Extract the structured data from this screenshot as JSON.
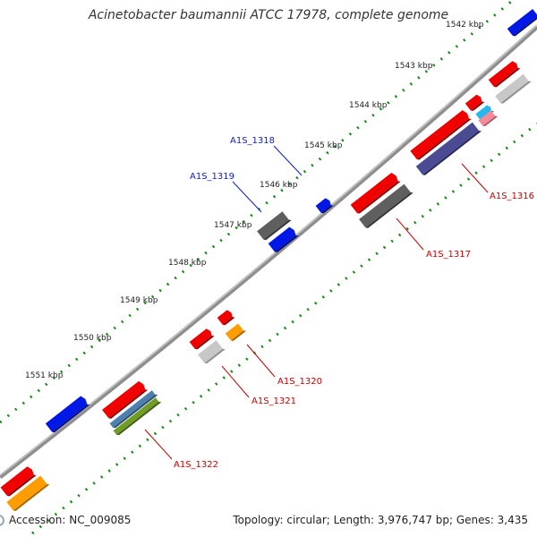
{
  "title": "Acinetobacter baumannii ATCC 17978, complete genome",
  "accession": "Accession: NC_009085",
  "summary": "Topology: circular; Length: 3,976,747 bp; Genes: 3,435",
  "colors": {
    "backbone": "#8e8e8e",
    "ticks": "#178a17",
    "gene_red": "#f10000",
    "gene_blue": "#0018e6",
    "gene_dark_gray": "#5f5f5f",
    "gene_light_gray": "#c7c7c7",
    "gene_orange": "#ff9d00",
    "gene_navy": "#4b4b93",
    "gene_cyan": "#24b9ee",
    "gene_pink": "#f48b99",
    "gene_steel": "#4d7fb0",
    "gene_olive": "#6f9d25",
    "label_blue": "#0b1bcc",
    "label_red": "#c90000"
  },
  "scale_labels": [
    "1542 kbp",
    "1543 kbp",
    "1544 kbp",
    "1545 kbp",
    "1546 kbp",
    "1547 kbp",
    "1548 kbp",
    "1549 kbp",
    "1550 kbp",
    "1551 kbp"
  ],
  "gene_labels": [
    {
      "text": "A1S_1316",
      "color": "label_red"
    },
    {
      "text": "A1S_1317",
      "color": "label_red"
    },
    {
      "text": "A1S_1318",
      "color": "label_blue"
    },
    {
      "text": "A1S_1319",
      "color": "label_blue"
    },
    {
      "text": "A1S_1320",
      "color": "label_red"
    },
    {
      "text": "A1S_1321",
      "color": "label_red"
    },
    {
      "text": "A1S_1322",
      "color": "label_red"
    }
  ]
}
